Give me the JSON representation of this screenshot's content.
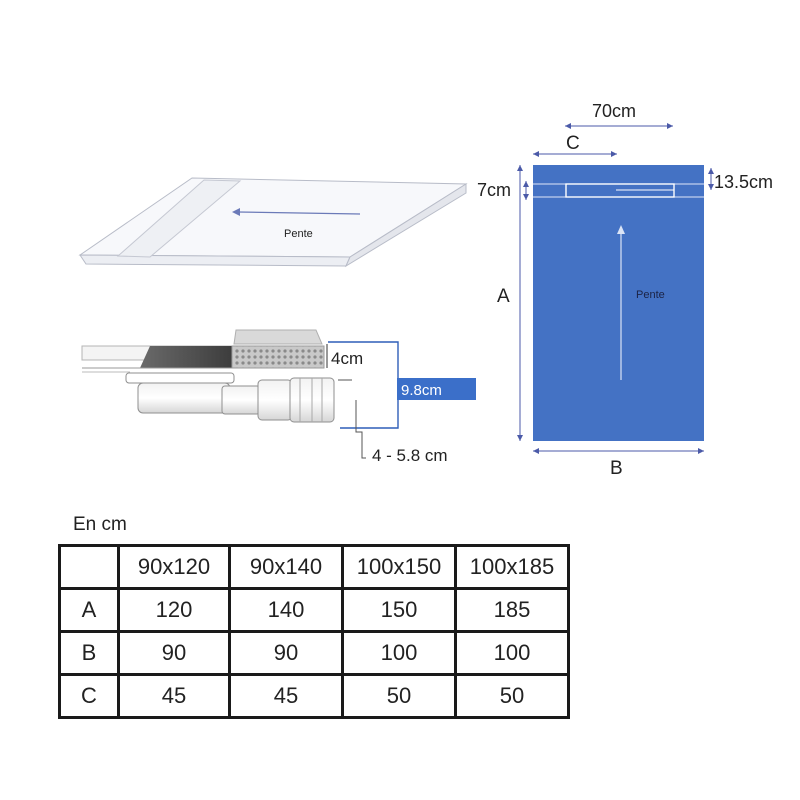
{
  "top_view": {
    "slope_label": "Pente",
    "dim_width": "70cm",
    "dim_c": "C",
    "dim_channel": "7cm",
    "dim_offset": "13.5cm",
    "dim_a": "A",
    "dim_b": "B",
    "tray_color": "#4472c4"
  },
  "perspective_view": {
    "slope_label": "Pente"
  },
  "drain_view": {
    "dim_grate": "4cm",
    "dim_total": "9.8cm",
    "dim_outlet": "4 - 5.8 cm",
    "badge_color": "#3b6fc9"
  },
  "table": {
    "caption": "En cm",
    "headers": [
      "",
      "90x120",
      "90x140",
      "100x150",
      "100x185"
    ],
    "rows": [
      {
        "label": "A",
        "values": [
          "120",
          "140",
          "150",
          "185"
        ]
      },
      {
        "label": "B",
        "values": [
          "90",
          "90",
          "100",
          "100"
        ]
      },
      {
        "label": "C",
        "values": [
          "45",
          "45",
          "50",
          "50"
        ]
      }
    ]
  }
}
